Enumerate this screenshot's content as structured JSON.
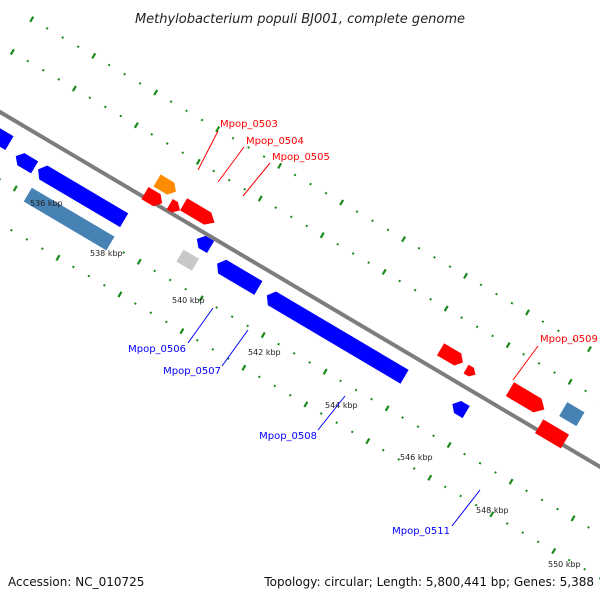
{
  "title": "Methylobacterium populi BJ001, complete genome",
  "footer": {
    "accession": "Accession: NC_010725",
    "topology": "Topology: circular; Length: 5,800,441 bp; Genes: 5,388"
  },
  "colors": {
    "forward": "#ff0000",
    "reverse": "#0000ff",
    "rna_light_blue": "#4682b4",
    "orange": "#ff8c00",
    "gray": "#c8c8c8",
    "tick": "#1a8a1a",
    "backbone": "#7d7d7d"
  },
  "ticks": [
    {
      "label": "536 kbp"
    },
    {
      "label": "538 kbp"
    },
    {
      "label": "540 kbp"
    },
    {
      "label": "542 kbp"
    },
    {
      "label": "544 kbp"
    },
    {
      "label": "546 kbp"
    },
    {
      "label": "548 kbp"
    },
    {
      "label": "550 kbp"
    }
  ],
  "gene_labels": [
    {
      "text": "Mpop_0503",
      "strand": "forward"
    },
    {
      "text": "Mpop_0504",
      "strand": "forward"
    },
    {
      "text": "Mpop_0505",
      "strand": "forward"
    },
    {
      "text": "Mpop_0506",
      "strand": "reverse"
    },
    {
      "text": "Mpop_0507",
      "strand": "reverse"
    },
    {
      "text": "Mpop_0508",
      "strand": "reverse"
    },
    {
      "text": "Mpop_0509",
      "strand": "forward"
    },
    {
      "text": "Mpop_0511",
      "strand": "reverse"
    }
  ]
}
